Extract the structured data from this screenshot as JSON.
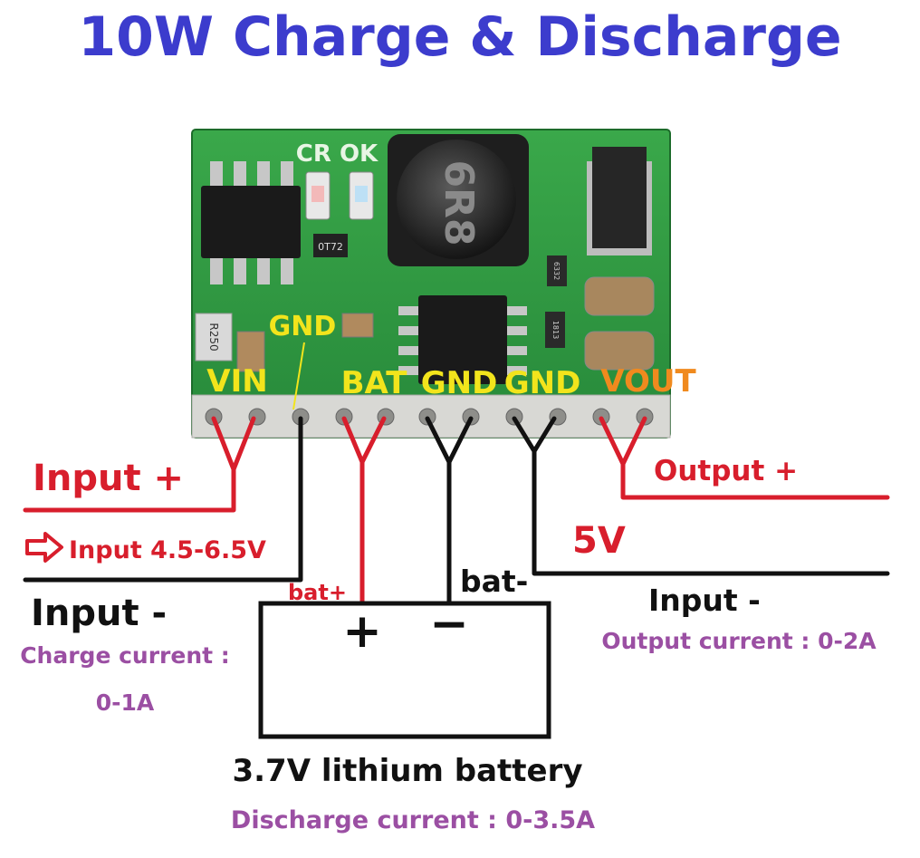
{
  "title": "10W Charge & Discharge",
  "board": {
    "silkscreen": "CR OK",
    "ic_marking": "0T72",
    "resistor_marking": "R250",
    "inductor_marking": "6R8",
    "small_marking_1": "6332",
    "small_marking_2": "1813",
    "pins": {
      "gnd_top": "GND",
      "vin": "VIN",
      "bat": "BAT",
      "gnd1": "GND",
      "gnd2": "GND",
      "vout": "VOUT"
    }
  },
  "labels": {
    "input_plus": "Input +",
    "input_range": "Input 4.5-6.5V",
    "input_minus_left": "Input -",
    "charge_current_1": "Charge current :",
    "charge_current_2": "0-1A",
    "bat_plus": "bat+",
    "bat_minus": "bat-",
    "battery_plus_sign": "+",
    "battery_minus_sign": "−",
    "battery_name": "3.7V lithium battery",
    "discharge_current": "Discharge current : 0-3.5A",
    "output_plus": "Output +",
    "output_voltage": "5V",
    "input_minus_right": "Input -",
    "output_current": "Output current : 0-2A"
  },
  "colors": {
    "title": "#3c3ccd",
    "wire_red": "#d81e2c",
    "wire_black": "#111111",
    "note_purple": "#9b4fa3",
    "pin_yellow": "#f2e41c",
    "pin_orange": "#f08a1e",
    "pcb_green": "#2e9a3e"
  }
}
